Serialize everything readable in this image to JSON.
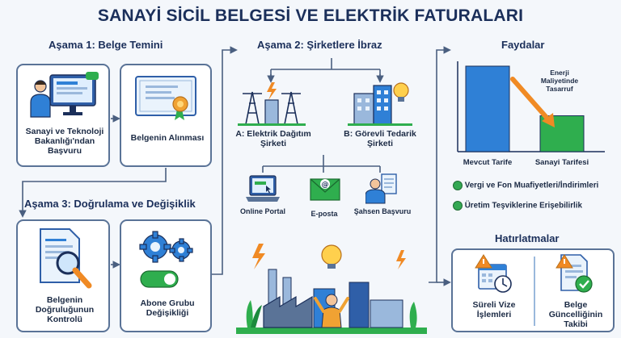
{
  "title": "SANAYİ SİCİL BELGESİ VE ELEKTRİK FATURALARI",
  "stage1": {
    "header": "Aşama 1: Belge Temini",
    "step_apply": "Sanayi ve Teknoloji Bakanlığı'ndan Başvuru",
    "step_receive": "Belgenin Alınması"
  },
  "stage2": {
    "header": "Aşama 2: Şirketlere İbraz",
    "company_a": "A: Elektrik Dağıtım Şirketi",
    "company_b": "B: Görevli Tedarik Şirketi",
    "channels": {
      "online": "Online Portal",
      "email": "E-posta",
      "in_person": "Şahsen Başvuru"
    }
  },
  "stage3": {
    "header": "Aşama 3: Doğrulama ve Değişiklik",
    "step_verify": "Belgenin Doğruluğunun Kontrolü",
    "step_change": "Abone Grubu Değişikliği"
  },
  "benefits": {
    "header": "Faydalar",
    "savings_label": "Enerji Maliyetinde Tasarruf",
    "item_tax": "Vergi ve Fon Muafiyetleri/İndirimleri",
    "item_incentive": "Üretim Teşviklerine Erişebilirlik"
  },
  "reminders": {
    "header": "Hatırlatmalar",
    "item_visa": "Süreli Vize İşlemleri",
    "item_update": "Belge Güncelliğinin Takibi"
  },
  "chart_data": {
    "type": "bar",
    "categories": [
      "Mevcut Tarife",
      "Sanayi Tarifesi"
    ],
    "values": [
      100,
      42
    ],
    "title": "",
    "xlabel": "",
    "ylabel": "",
    "ylim": [
      0,
      100
    ],
    "colors": [
      "#2f80d6",
      "#2fae4e"
    ]
  },
  "colors": {
    "navy": "#1b2f5a",
    "border": "#5a7397",
    "accent_blue": "#2f80d6",
    "accent_green": "#2fae4e",
    "warning_orange": "#f08a24"
  }
}
